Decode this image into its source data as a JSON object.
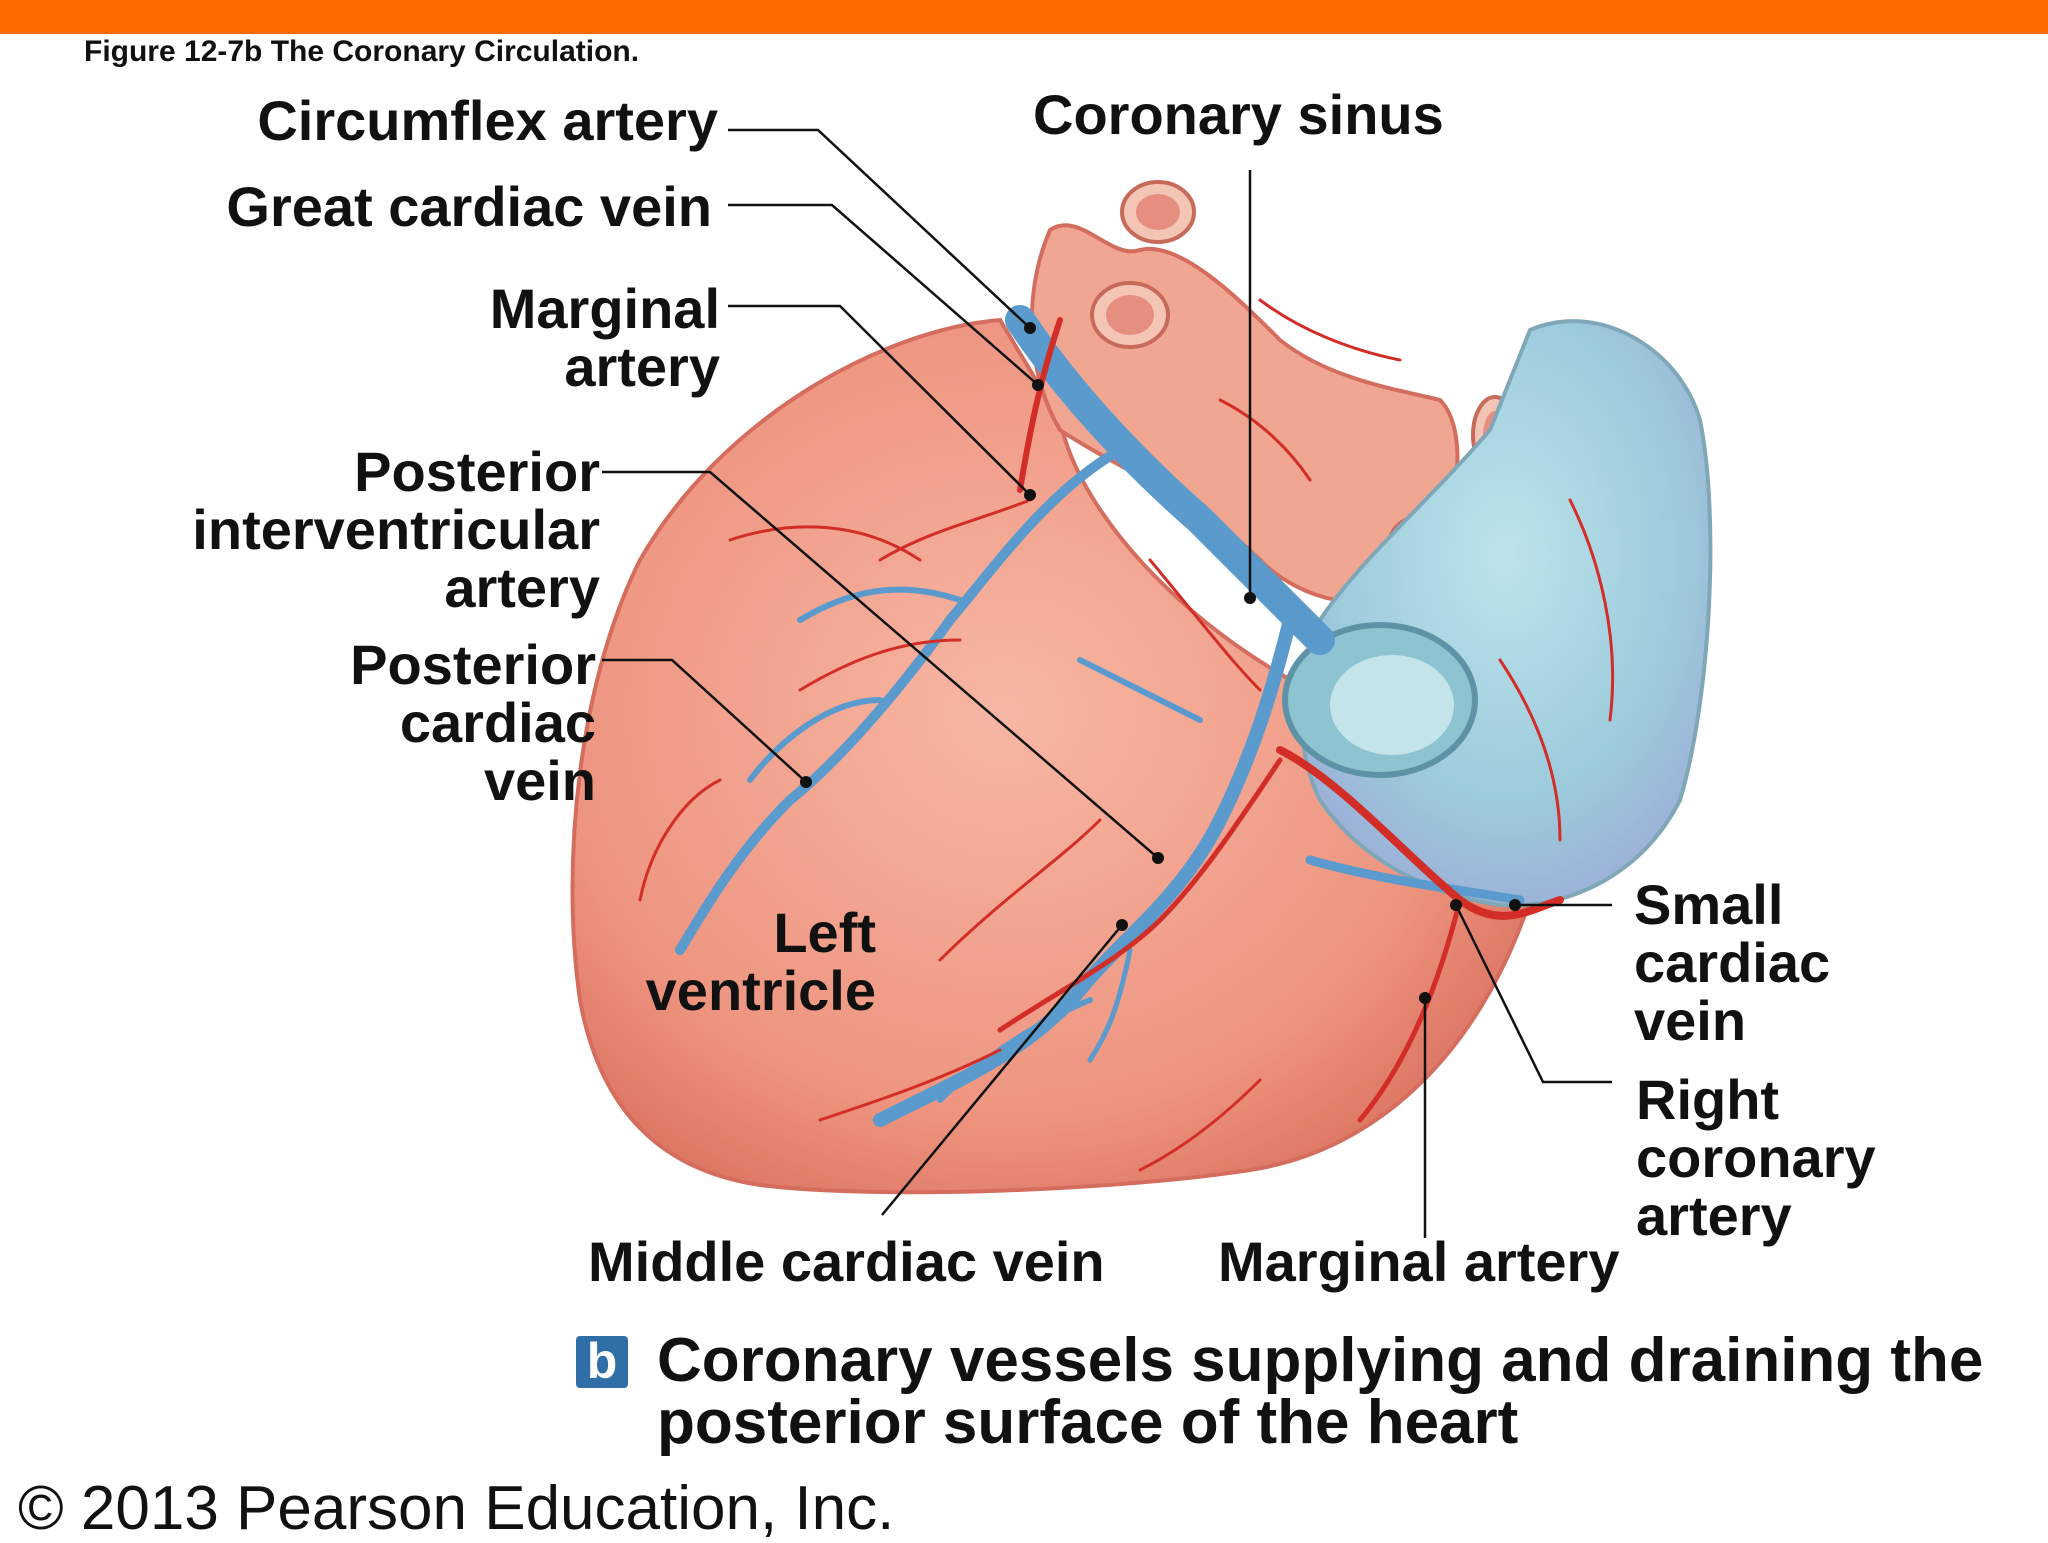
{
  "colors": {
    "accent": "#FF6A00",
    "muscle": "#EE9A86",
    "vein": "#5FA0CC",
    "artery": "#D4302A",
    "atrium": "#9FCFDC",
    "badge": "#2F6EA6"
  },
  "figure": {
    "title": "Figure 12-7b  The Coronary Circulation."
  },
  "labels": {
    "circumflex_artery": "Circumflex artery",
    "great_cardiac_vein": "Great cardiac vein",
    "marginal_artery_left": [
      "Marginal",
      "artery"
    ],
    "coronary_sinus": "Coronary sinus",
    "posterior_interventricular_artery": [
      "Posterior",
      "interventricular",
      "artery"
    ],
    "posterior_cardiac_vein": [
      "Posterior",
      "cardiac",
      "vein"
    ],
    "left_ventricle": [
      "Left",
      "ventricle"
    ],
    "small_cardiac_vein": [
      "Small",
      "cardiac",
      "vein"
    ],
    "right_coronary_artery": [
      "Right",
      "coronary",
      "artery"
    ],
    "middle_cardiac_vein": "Middle cardiac vein",
    "marginal_artery_bottom": "Marginal artery"
  },
  "caption": {
    "badge": "b",
    "text": "Coronary vessels supplying and draining the posterior surface of the heart"
  },
  "footer": {
    "copyright": "© 2013 Pearson Education, Inc."
  }
}
